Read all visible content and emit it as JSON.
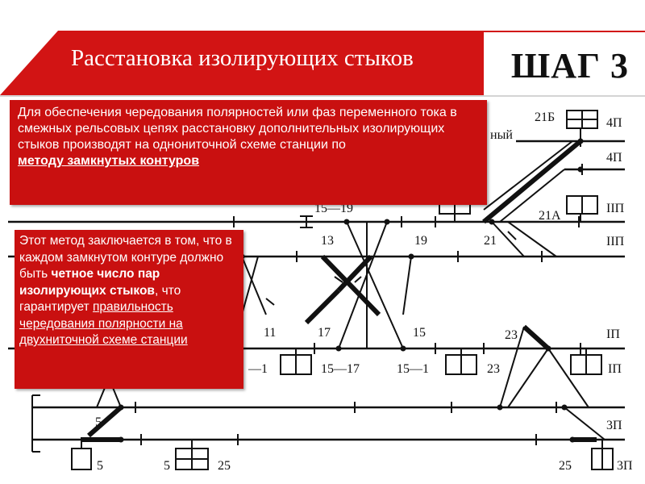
{
  "header": {
    "title": "Расстановка изолирующих стыков",
    "step": "ШАГ 3",
    "accent": "#c91010"
  },
  "box1": {
    "text": "Для обеспечения чередования полярностей или фаз переменного тока в смежных рельсовых цепях расстановку дополнительных изолирующих стыков производят на однониточной схеме станции по",
    "highlight": "методу замкнутых контуров"
  },
  "box2": {
    "part1": "Этот метод заключается в том, что в каждом замкнутом контуре должно быть ",
    "bold": "четное число пар изолирующих стыков",
    "part2": ", что гарантирует ",
    "underlined": "правильность чередования полярности на двухниточной схеме станции"
  },
  "diagram": {
    "labels": {
      "l_21b": "21Б",
      "l_4p_a": "4П",
      "l_4p_b": "4П",
      "l_21a": "21А",
      "l_iip_a": "IIП",
      "l_21": "21",
      "l_iip_b": "IIП",
      "l_13": "13",
      "l_19": "19",
      "l_15_19": "15—19",
      "l_11": "11",
      "l_17": "17",
      "l_15": "15",
      "l_23": "23",
      "l_ip_a": "IП",
      "l_1": "—1",
      "l_15_17": "15—17",
      "l_15_1": "15—1",
      "l_23b": "23",
      "l_ip_b": "IП",
      "l_5a": "5",
      "l_3p_a": "3П",
      "l_5b": "5",
      "l_5c": "5",
      "l_25a": "25",
      "l_25b": "25",
      "l_3p_b": "3П",
      "l_partial": "ный"
    }
  }
}
